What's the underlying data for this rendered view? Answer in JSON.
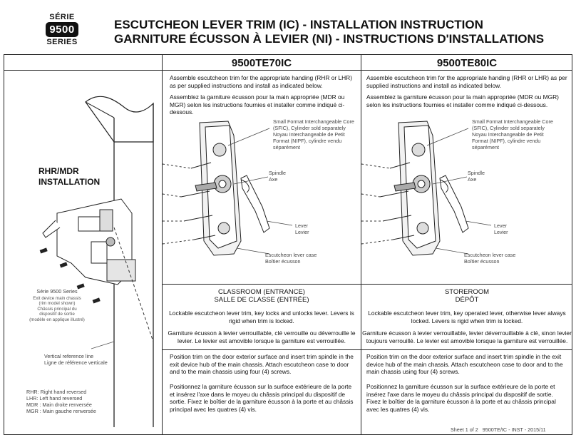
{
  "header": {
    "serie_label": "SÉRIE",
    "series_number": "9500",
    "series_label": "SERIES",
    "title_en": "ESCUTCHEON LEVER TRIM (IC) - INSTALLATION INSTRUCTION",
    "title_fr": "GARNITURE ÉCUSSON À LEVIER (NI) - INSTRUCTIONS D'INSTALLATIONS"
  },
  "left_panel": {
    "installation_title_line1": "RHR/MDR",
    "installation_title_line2": "INSTALLATION",
    "series_caption": "Série 9500 Series",
    "caption_lines": [
      "Exit device main chassis",
      "(rim model shown)",
      "Châssis principal du",
      "dispositif de sortie",
      "(modèle en applique illustré)"
    ],
    "vertical_ref_en": "Vertical reference line",
    "vertical_ref_fr": "Ligne de référence verticale",
    "legend": [
      "RHR: Right hand reversed",
      "LHR: Left hand reversed",
      "MDR : Main droite renversée",
      "MGR : Main gauche renversée"
    ]
  },
  "columns": [
    {
      "model": "9500TE70IC",
      "intro_en": "Assemble escutcheon trim for the appropriate handing (RHR or LHR) as per supplied instructions and install as indicated below.",
      "intro_fr": "Assemblez la garniture écusson pour la main appropriée (MDR ou MGR) selon les instructions fournies et installer comme indiqué ci-dessous.",
      "callouts": {
        "core": [
          "Small Format Interchangeable Core",
          "(SFIC), Cylinder sold separately",
          "Noyau Interchangeable de Petit",
          "Format (NIPF), cylindre vendu",
          "séparément"
        ],
        "spindle": [
          "Spindle",
          "Axe"
        ],
        "lever": [
          "Lever",
          "Levier"
        ],
        "case": [
          "Escutcheon lever case",
          "Boîtier écusson"
        ]
      },
      "function_en": "CLASSROOM (ENTRANCE)",
      "function_fr": "SALLE DE CLASSE (ENTRÉE)",
      "function_desc_en": "Lockable escutcheon lever trim, key locks and unlocks lever. Levers is rigid when trim is locked.",
      "function_desc_fr": "Garniture écusson à levier verrouillable, clé verrouille ou déverrouille le levier. Le levier est amovible lorsque la garniture est verrouillée.",
      "position_en": "Position trim on the door exterior surface and insert trim spindle in the exit device hub of the main chassis. Attach escutcheon case to door and to the main chassis using four (4) screws.",
      "position_fr": "Positionnez la garniture écusson sur la surface extérieure de la porte et insérez l'axe dans le moyeu du châssis principal du dispositif de sortie. Fixez le boîtier de la garniture écusson à la porte et au châssis principal avec les quatres (4) vis."
    },
    {
      "model": "9500TE80IC",
      "intro_en": "Assemble escutcheon trim for the appropriate handing (RHR or LHR) as per supplied instructions and install as indicated below.",
      "intro_fr": "Assemblez la garniture écusson pour la main appropriée (MDR ou MGR) selon les instructions fournies et installer comme indiqué ci-dessous.",
      "callouts": {
        "core": [
          "Small Format Interchangeable Core",
          "(SFIC), Cylinder sold separately",
          "Noyau Interchangeable de Petit",
          "Format (NIPF), cylindre vendu",
          "séparément"
        ],
        "spindle": [
          "Spindle",
          "Axe"
        ],
        "lever": [
          "Lever",
          "Levier"
        ],
        "case": [
          "Escutcheon lever case",
          "Boîtier écusson"
        ]
      },
      "function_en": "STOREROOM",
      "function_fr": "DÉPÔT",
      "function_desc_en": "Lockable escutcheon lever trim, key operated lever, otherwise lever always locked. Levers is rigid when trim is locked.",
      "function_desc_fr": "Garniture écusson à levier verrouillable, levier déverrouillable à clé, sinon levier toujours verrouillé. Le levier est amovible lorsque la garniture est verrouillée.",
      "position_en": "Position trim on the door exterior surface and insert trim spindle in the exit device hub of the main chassis. Attach escutcheon case to door and to the main chassis using four (4) screws.",
      "position_fr": "Positionnez la garniture écusson sur la surface extérieure de la porte et insérez l'axe dans le moyeu du châssis principal du dispositif de sortie. Fixez le boîtier de la garniture écusson à la porte et au châssis principal avec les quatres (4) vis."
    }
  ],
  "footer": {
    "sheet": "Sheet 1 of 2",
    "doc_ref": "9500TE/IC - INST - 2015/11"
  }
}
